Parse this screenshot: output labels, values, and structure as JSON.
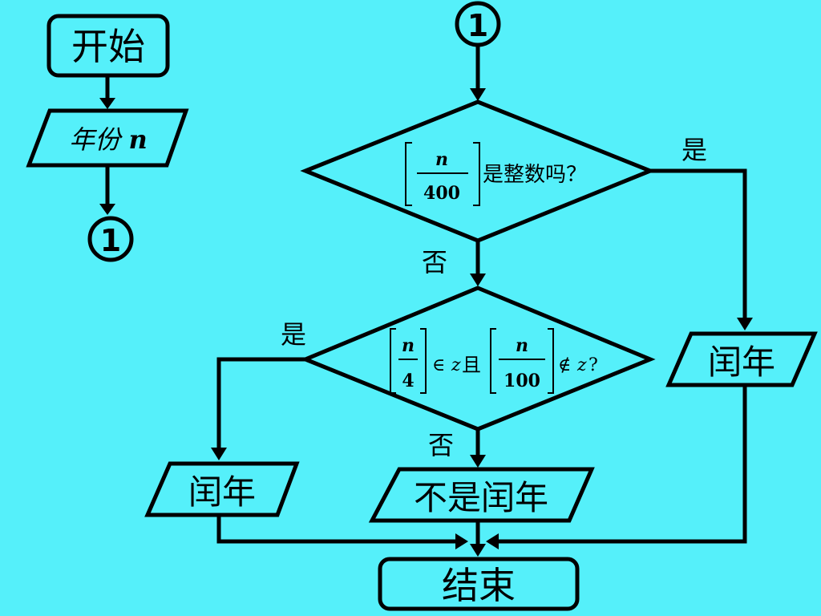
{
  "nodes": {
    "start": "开始",
    "input": "年份",
    "input_var": "n",
    "connector": "1",
    "cond1_frac_num": "n",
    "cond1_frac_den": "400",
    "cond1_text": "是整数吗？",
    "cond2_frac1_num": "n",
    "cond2_frac1_den": "4",
    "cond2_in": "∈",
    "cond2_z1": "z",
    "cond2_and": "且",
    "cond2_frac2_num": "n",
    "cond2_frac2_den": "100",
    "cond2_notin": "∉",
    "cond2_z2": "z",
    "cond2_q": "?",
    "leap_right": "闰年",
    "leap_left": "闰年",
    "not_leap": "不是闰年",
    "end": "结束"
  },
  "labels": {
    "cond1_yes": "是",
    "cond1_no": "否",
    "cond2_yes": "是",
    "cond2_no": "否"
  },
  "colors": {
    "background": "#55F0FA",
    "stroke": "#000000"
  }
}
